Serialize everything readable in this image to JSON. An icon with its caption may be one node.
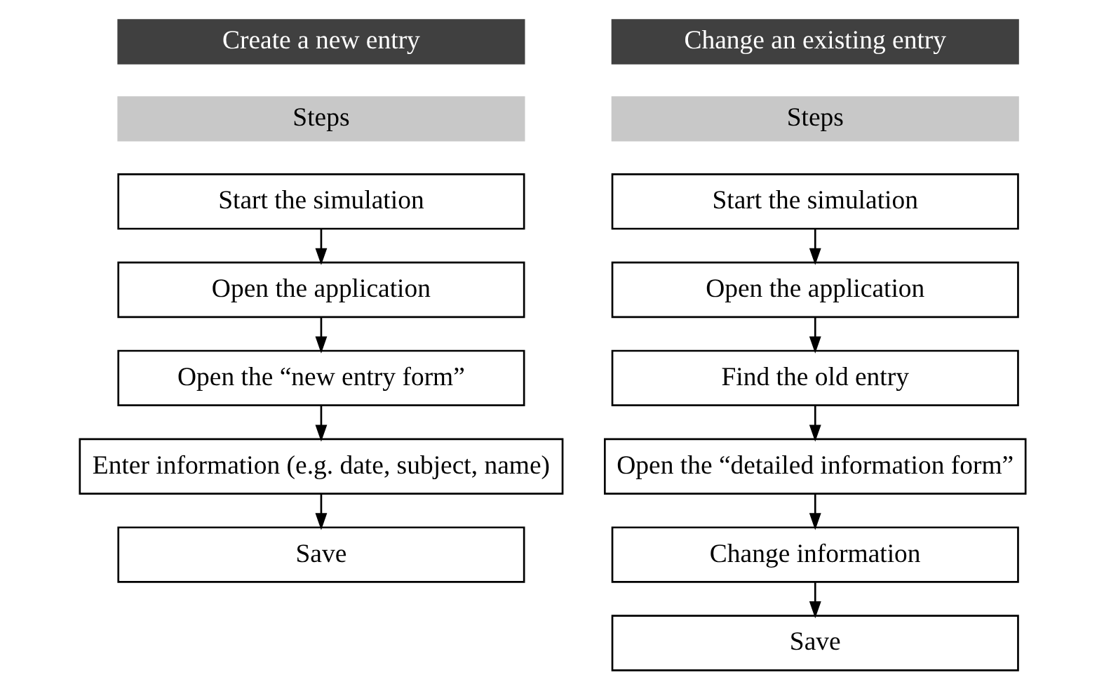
{
  "diagram": {
    "nodes": [
      {
        "text": [
          "Create a new entry"
        ]
      },
      {
        "text": [
          "Steps"
        ]
      },
      {
        "text": [
          "Start the simulation"
        ]
      },
      {
        "text": [
          "Open the application"
        ]
      },
      {
        "text": [
          "Open the “new entry form”"
        ]
      },
      {
        "text": [
          "Enter information (e.g. date, subject, name)"
        ]
      },
      {
        "text": [
          "Save"
        ]
      },
      {
        "text": [
          "Change an existing entry"
        ]
      },
      {
        "text": [
          "Steps"
        ]
      },
      {
        "text": [
          "Start the simulation"
        ]
      },
      {
        "text": [
          "Open the application"
        ]
      },
      {
        "text": [
          "Find the old entry"
        ]
      },
      {
        "text": [
          "Open the “detailed information form”"
        ]
      },
      {
        "text": [
          "Change information"
        ]
      },
      {
        "text": [
          "Save"
        ]
      }
    ],
    "edges": [
      {
        "from": 2,
        "to": 3,
        "arrow": "to"
      },
      {
        "from": 3,
        "to": 4,
        "arrow": "to"
      },
      {
        "from": 4,
        "to": 5,
        "arrow": "to"
      },
      {
        "from": 5,
        "to": 6,
        "arrow": "to"
      },
      {
        "from": 9,
        "to": 10,
        "arrow": "to"
      },
      {
        "from": 10,
        "to": 11,
        "arrow": "to"
      },
      {
        "from": 11,
        "to": 12,
        "arrow": "to"
      },
      {
        "from": 12,
        "to": 13,
        "arrow": "to"
      },
      {
        "from": 13,
        "to": 14,
        "arrow": "to"
      }
    ]
  }
}
